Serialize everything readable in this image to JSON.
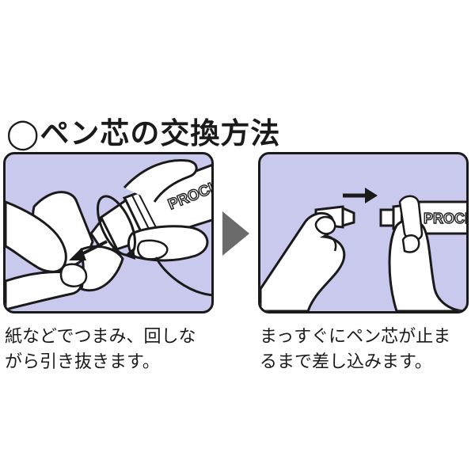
{
  "title": "◯ペン芯の交換方法",
  "steps": [
    {
      "brand_label": "PROCKE",
      "caption_lines": [
        "紙などでつまみ、回しな",
        "がら引き抜きます。"
      ],
      "icons": [
        "hand-icon",
        "paper-icon",
        "pen-icon",
        "rotate-arrow-icon",
        "pull-arrow-icon"
      ]
    },
    {
      "brand_label": "PROCKE",
      "caption_lines": [
        "まっすぐにペン芯が止ま",
        "るまで差し込みます。"
      ],
      "icons": [
        "hand-icon",
        "pen-nib-icon",
        "pen-icon",
        "insert-arrow-icon"
      ]
    }
  ],
  "next_icon": "triangle-right-icon",
  "colors": {
    "panel_bg": "#c9c9ee",
    "arrow": "#6b6b6b",
    "ink": "#1a1a1a"
  }
}
